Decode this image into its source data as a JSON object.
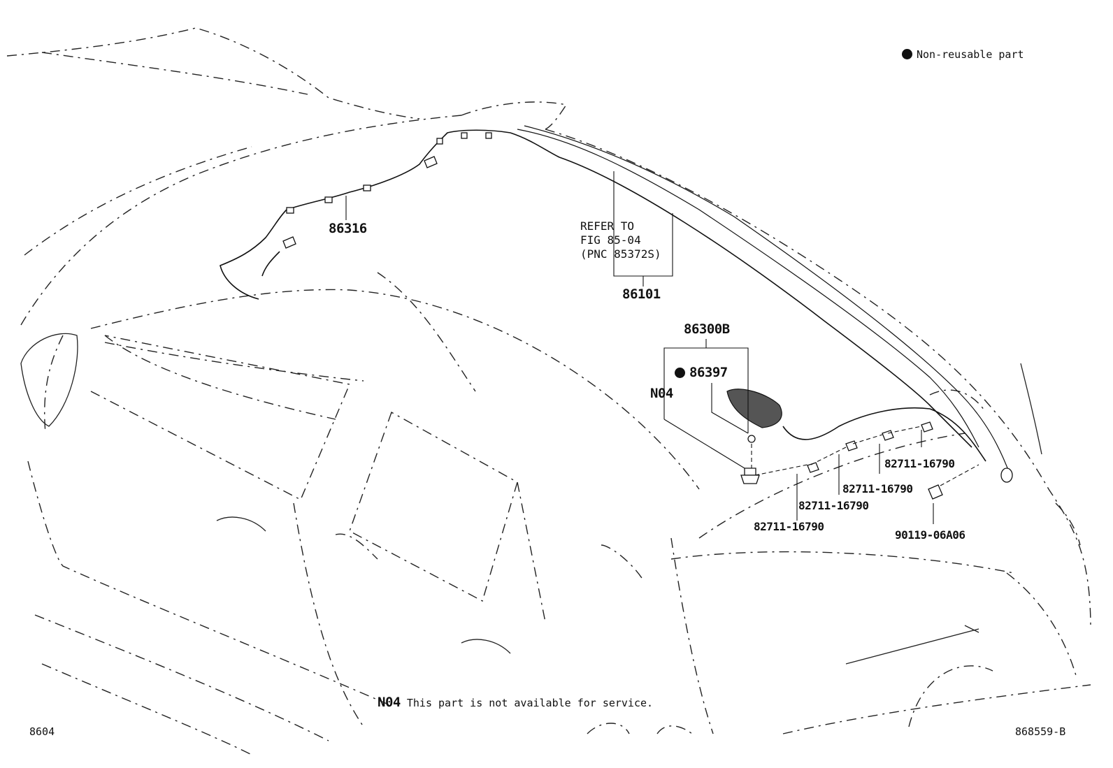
{
  "legend": {
    "non_reusable": "Non-reusable part"
  },
  "parts": {
    "p86316": "86316",
    "p86101": "86101",
    "p86300B": "86300B",
    "p86397": "86397",
    "pN04": "N04",
    "clip_a": "82711-16790",
    "clip_b": "82711-16790",
    "clip_c": "82711-16790",
    "clip_d": "82711-16790",
    "bolt": "90119-06A06"
  },
  "reference": {
    "line1": "REFER TO",
    "line2": "FIG 85-04",
    "line3": "(PNC 85372S)"
  },
  "footnote": {
    "code": "N04",
    "text": "This part is not available for service."
  },
  "footer": {
    "left": "8604",
    "right": "868559-B"
  }
}
